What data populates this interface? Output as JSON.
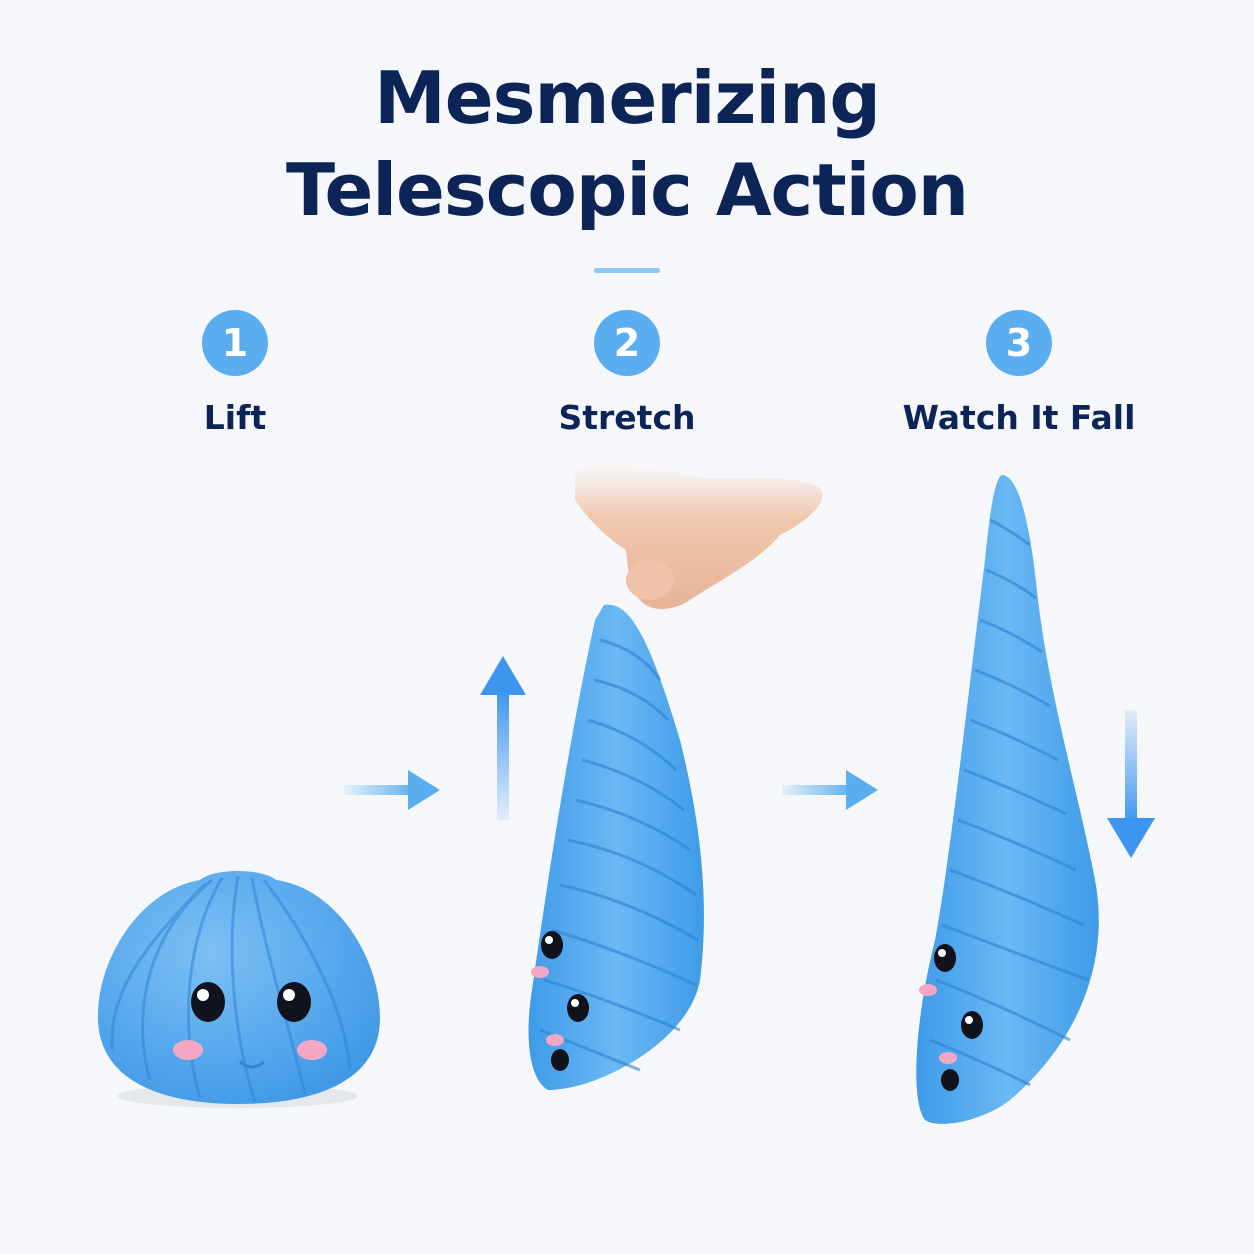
{
  "headline": {
    "line1": "Mesmerizing",
    "line2": "Telescopic Action"
  },
  "steps": [
    {
      "number": "1",
      "label": "Lift"
    },
    {
      "number": "2",
      "label": "Stretch"
    },
    {
      "number": "3",
      "label": "Watch It Fall"
    }
  ],
  "colors": {
    "headline": "#0d2457",
    "accent": "#5aaef0",
    "toy": "#4fa9ef",
    "background": "#f6f7fa"
  }
}
